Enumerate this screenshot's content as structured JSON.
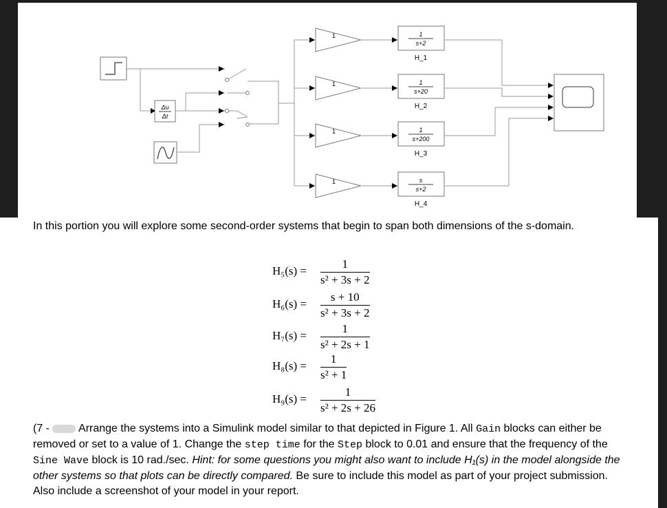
{
  "diagram": {
    "gain_value": "1",
    "derivative_num": "Δu",
    "derivative_den": "Δt",
    "blocks": [
      {
        "tf_num": "1",
        "tf_den": "s+2",
        "label": "H_1"
      },
      {
        "tf_num": "1",
        "tf_den": "s+20",
        "label": "H_2"
      },
      {
        "tf_num": "1",
        "tf_den": "s+200",
        "label": "H_3"
      },
      {
        "tf_num": "s",
        "tf_den": "s+2",
        "label": "H_4"
      }
    ]
  },
  "intro": "In this portion you will explore some second-order systems that begin to span both dimensions of the s-domain.",
  "equations": [
    {
      "lhs": "H₅(s) =",
      "num": "1",
      "den": "s² + 3s + 2"
    },
    {
      "lhs": "H₆(s) =",
      "num": "s + 10",
      "den": "s² + 3s + 2"
    },
    {
      "lhs": "H₇(s) =",
      "num": "1",
      "den": "s² + 2s + 1"
    },
    {
      "lhs": "H₈(s) =",
      "num": "1",
      "den": "s² + 1"
    },
    {
      "lhs": "H₉(s) =",
      "num": "1",
      "den": "s² + 2s + 26"
    }
  ],
  "paragraph": {
    "prefix": "(7 -",
    "t1": " Arrange the systems into a Simulink model similar to that depicted in Figure 1. All ",
    "gain_word": "Gain",
    "t2": " blocks can either be removed or set to a value of 1. Change the ",
    "step_time": "step time",
    "t3": " for the ",
    "step_word": "Step",
    "t4": " block to 0.01 and ensure that the frequency of the ",
    "sine_wave": "Sine Wave",
    "t5": " block is 10 rad./sec. ",
    "hint": "Hint: for some questions you might also want to include H₁(s) in the model alongside the other systems so that plots can be directly compared.",
    "t6": " Be sure to include this model as part of your project submission. Also include a screenshot of your model in your report."
  }
}
